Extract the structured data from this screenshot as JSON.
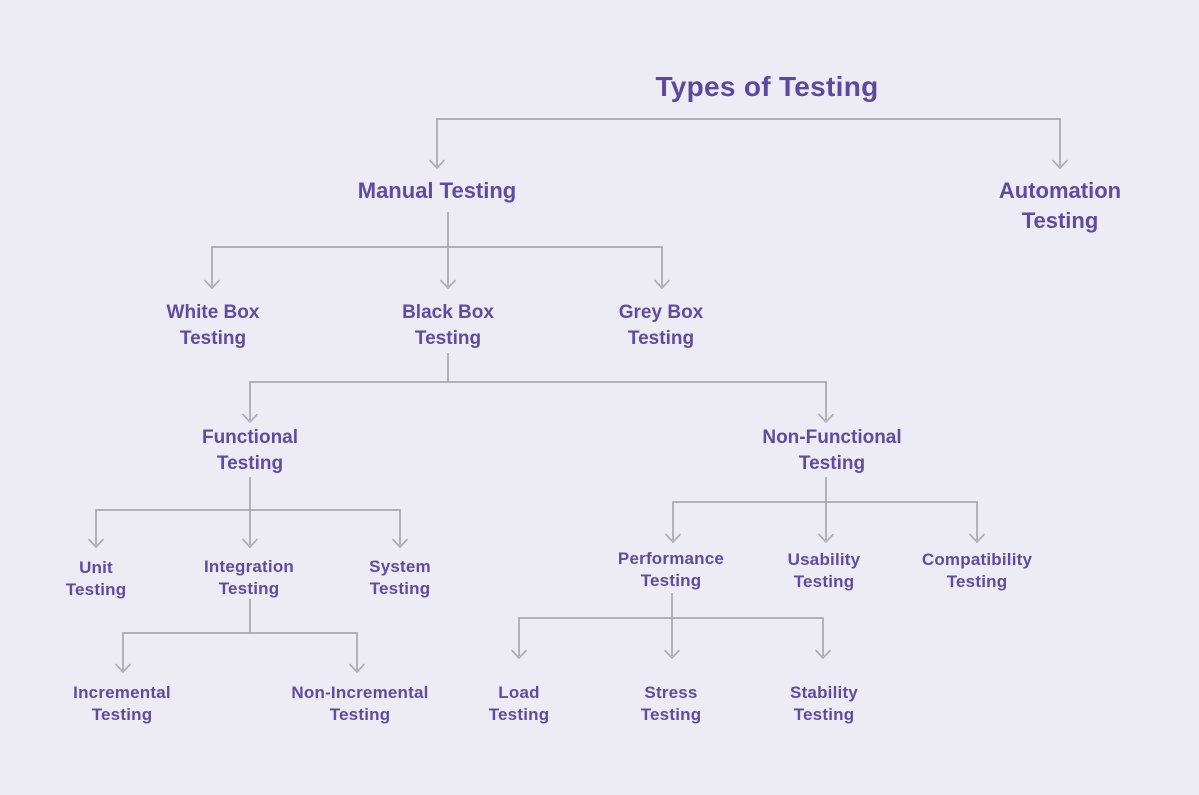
{
  "title": "Types of Testing",
  "colors": {
    "background": "#edecf5",
    "text": "#5e4ca1",
    "connector_line": "#a8a7b0"
  },
  "nodes": {
    "types": {
      "label": "Types of Testing"
    },
    "manual": {
      "label": "Manual Testing"
    },
    "automation": {
      "label": "Automation\nTesting"
    },
    "white_box": {
      "label": "White Box\nTesting"
    },
    "black_box": {
      "label": "Black Box\nTesting"
    },
    "grey_box": {
      "label": "Grey Box\nTesting"
    },
    "functional": {
      "label": "Functional\nTesting"
    },
    "non_functional": {
      "label": "Non-Functional\nTesting"
    },
    "unit": {
      "label": "Unit\nTesting"
    },
    "integration": {
      "label": "Integration\nTesting"
    },
    "system": {
      "label": "System\nTesting"
    },
    "incremental": {
      "label": "Incremental\nTesting"
    },
    "non_incremental": {
      "label": "Non-Incremental\nTesting"
    },
    "performance": {
      "label": "Performance\nTesting"
    },
    "usability": {
      "label": "Usability\nTesting"
    },
    "compatibility": {
      "label": "Compatibility\nTesting"
    },
    "load": {
      "label": "Load\nTesting"
    },
    "stress": {
      "label": "Stress\nTesting"
    },
    "stability": {
      "label": "Stability\nTesting"
    }
  },
  "hierarchy": [
    {
      "parent": "Types of Testing",
      "children": [
        "Manual Testing",
        "Automation Testing"
      ]
    },
    {
      "parent": "Manual Testing",
      "children": [
        "White Box Testing",
        "Black Box Testing",
        "Grey Box Testing"
      ]
    },
    {
      "parent": "Black Box Testing",
      "children": [
        "Functional Testing",
        "Non-Functional Testing"
      ]
    },
    {
      "parent": "Functional Testing",
      "children": [
        "Unit Testing",
        "Integration Testing",
        "System Testing"
      ]
    },
    {
      "parent": "Integration Testing",
      "children": [
        "Incremental Testing",
        "Non-Incremental Testing"
      ]
    },
    {
      "parent": "Non-Functional Testing",
      "children": [
        "Performance Testing",
        "Usability Testing",
        "Compatibility Testing"
      ]
    },
    {
      "parent": "Performance Testing",
      "children": [
        "Load Testing",
        "Stress Testing",
        "Stability Testing"
      ]
    }
  ]
}
